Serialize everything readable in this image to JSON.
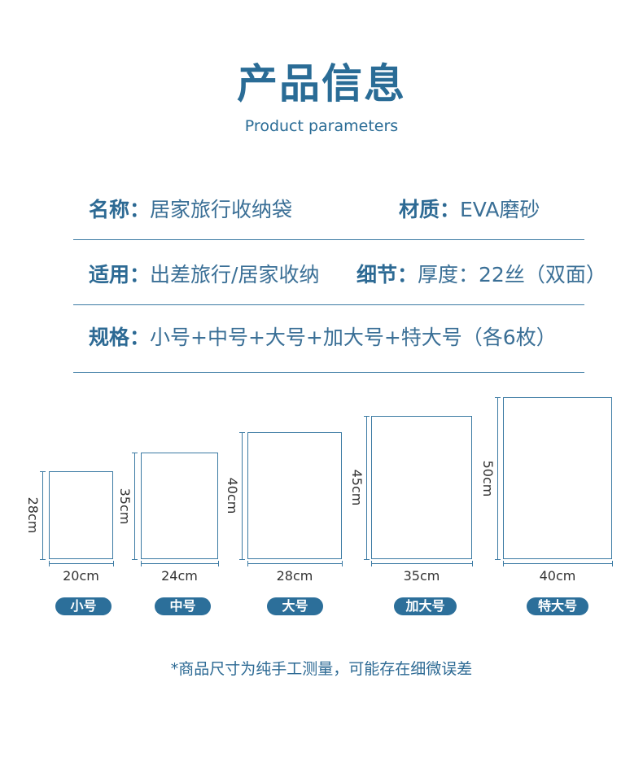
{
  "header": {
    "title": "产品信息",
    "subtitle": "Product parameters"
  },
  "specs": {
    "name_key": "名称：",
    "name_value": "居家旅行收纳袋",
    "material_key": "材质：",
    "material_value": "EVA磨砂",
    "usage_key": "适用：",
    "usage_value": "出差旅行/居家收纳",
    "detail_key": "细节：",
    "detail_value": "厚度：22丝（双面）",
    "size_key": "规格：",
    "size_value": "小号+中号+大号+加大号+特大号（各6枚）"
  },
  "bags": [
    {
      "label": "小号",
      "width": "20cm",
      "height": "28cm"
    },
    {
      "label": "中号",
      "width": "24cm",
      "height": "35cm"
    },
    {
      "label": "大号",
      "width": "28cm",
      "height": "40cm"
    },
    {
      "label": "加大号",
      "width": "35cm",
      "height": "45cm"
    },
    {
      "label": "特大号",
      "width": "40cm",
      "height": "50cm"
    }
  ],
  "note": "*商品尺寸为纯手工测量，可能存在细微误差"
}
